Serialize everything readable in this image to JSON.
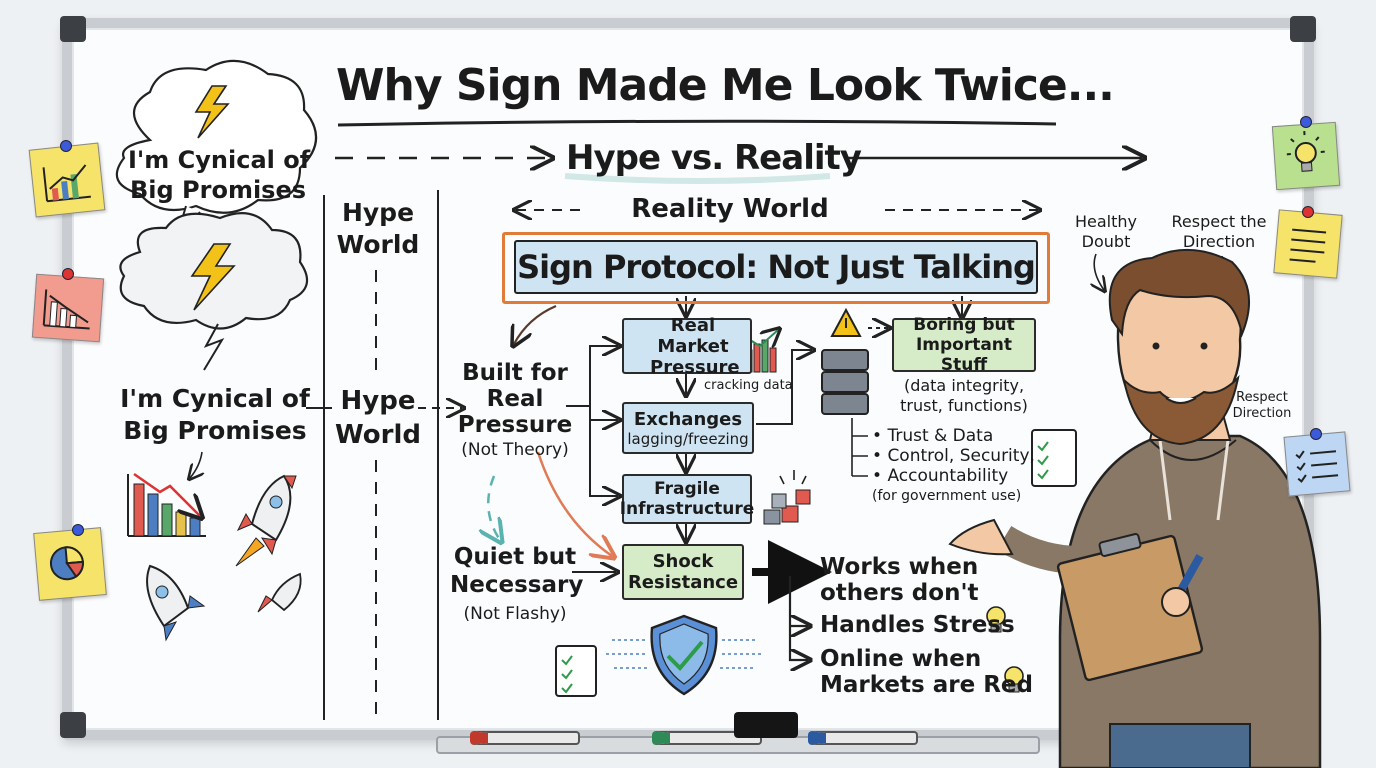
{
  "title": "Why Sign Made Me Look Twice...",
  "subtitle": "Hype vs. Reality",
  "left": {
    "cloud_text_1": "I'm Cynical of",
    "cloud_text_2": "Big Promises",
    "cynical_1": "I'm Cynical of",
    "cynical_2": "Big Promises"
  },
  "hype_world": {
    "top_1": "Hype",
    "top_2": "World",
    "mid_1": "Hype",
    "mid_2": "World"
  },
  "reality_world": "Reality World",
  "sign_protocol": "Sign Protocol: Not Just Talking",
  "built_for": {
    "line1": "Built for",
    "line2": "Real",
    "line3": "Pressure",
    "line4": "(Not Theory)"
  },
  "quiet": {
    "line1": "Quiet but",
    "line2": "Necessary",
    "line3": "(Not Flashy)"
  },
  "flow": {
    "real_market_1": "Real Market",
    "real_market_2": "Pressure",
    "cracking": "cracking data",
    "exchanges_1": "Exchanges",
    "exchanges_2": "lagging/freezing",
    "fragile_1": "Fragile",
    "fragile_2": "Infrastructure",
    "shock_1": "Shock",
    "shock_2": "Resistance"
  },
  "boring": {
    "box_1": "Boring but",
    "box_2": "Important Stuff",
    "desc_1": "(data integrity,",
    "desc_2": "trust, functions)",
    "bullet_1": "Trust & Data",
    "bullet_2": "Control, Security,",
    "bullet_3": "Accountability",
    "gov": "(for government use)"
  },
  "outcomes": {
    "works_1": "Works when",
    "works_2": "others don't",
    "stress": "Handles Stress",
    "online_1": "Online when",
    "online_2": "Markets are Red"
  },
  "person_labels": {
    "healthy_1": "Healthy",
    "healthy_2": "Doubt",
    "respect_1": "Respect the",
    "respect_2": "Direction",
    "respect_small_1": "Respect",
    "respect_small_2": "Direction"
  },
  "colors": {
    "sign_box": "#cfe4f2",
    "sign_border": "#e07b39",
    "real_market": "#cfe4f2",
    "boring_box": "#d6ecc8",
    "shock_box": "#d6ecc8",
    "sticky_yellow": "#f6e36a",
    "sticky_red": "#f19c8e",
    "sticky_green": "#b9e08e",
    "sticky_blue": "#bcd6f3"
  }
}
